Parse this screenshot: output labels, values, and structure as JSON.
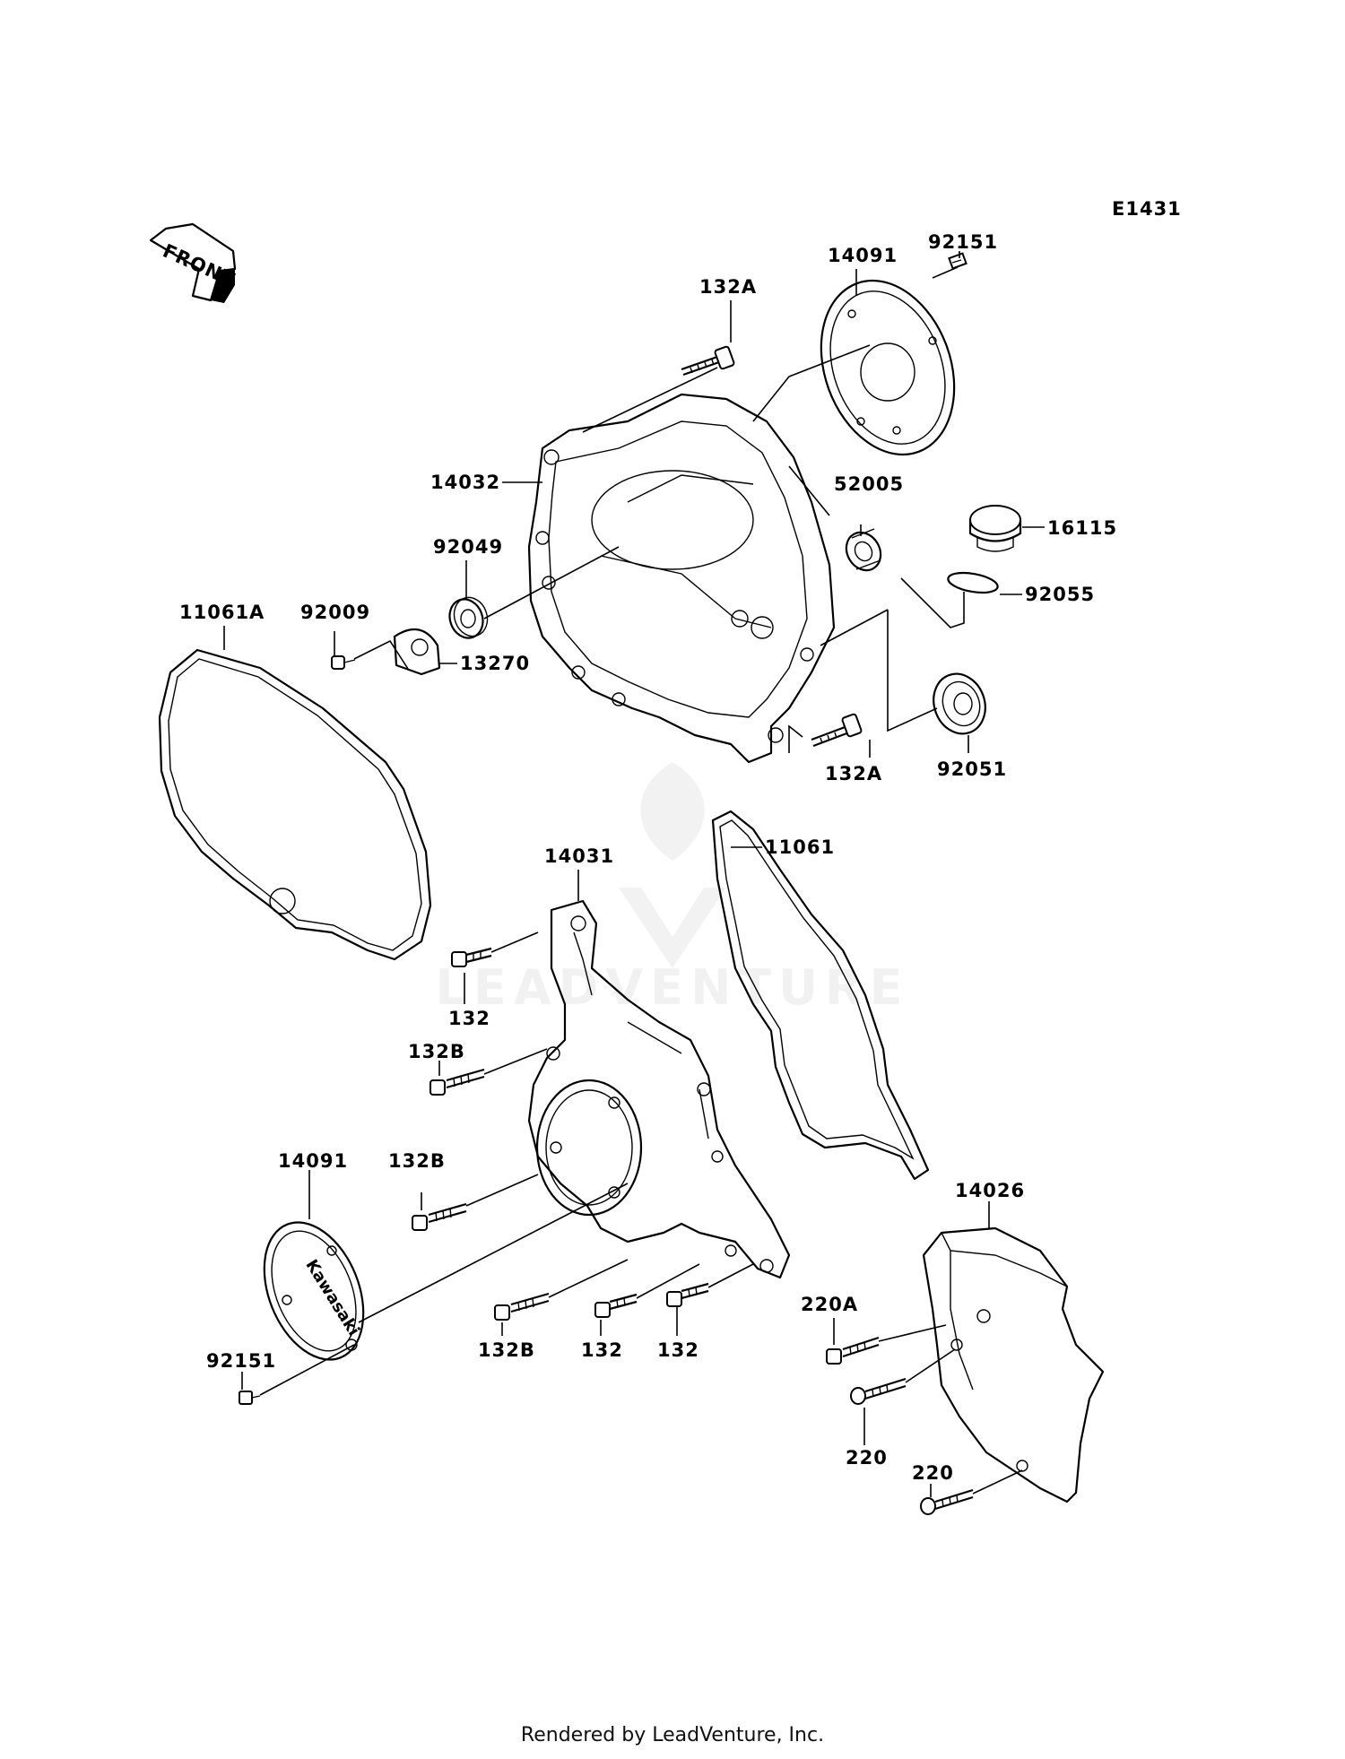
{
  "diagram_code": "E1431",
  "front_label": "FRONT",
  "footer": "Rendered by LeadVenture, Inc.",
  "watermark": "LEADVENTURE",
  "callouts": {
    "c14091_top": "14091",
    "c92151_top": "92151",
    "c132A_top": "132A",
    "c14032": "14032",
    "c52005": "52005",
    "c16115": "16115",
    "c92049": "92049",
    "c92055": "92055",
    "c11061A": "11061A",
    "c92009": "92009",
    "c13270": "13270",
    "c132A_bottom": "132A",
    "c92051": "92051",
    "c14031": "14031",
    "c11061": "11061",
    "c132_left": "132",
    "c132B_upper": "132B",
    "c14091_bottom": "14091",
    "c132B_mid": "132B",
    "c14026": "14026",
    "c220A": "220A",
    "c92151_bottom": "92151",
    "c132B_low": "132B",
    "c132_low1": "132",
    "c132_low2": "132",
    "c220_a": "220",
    "c220_b": "220"
  }
}
